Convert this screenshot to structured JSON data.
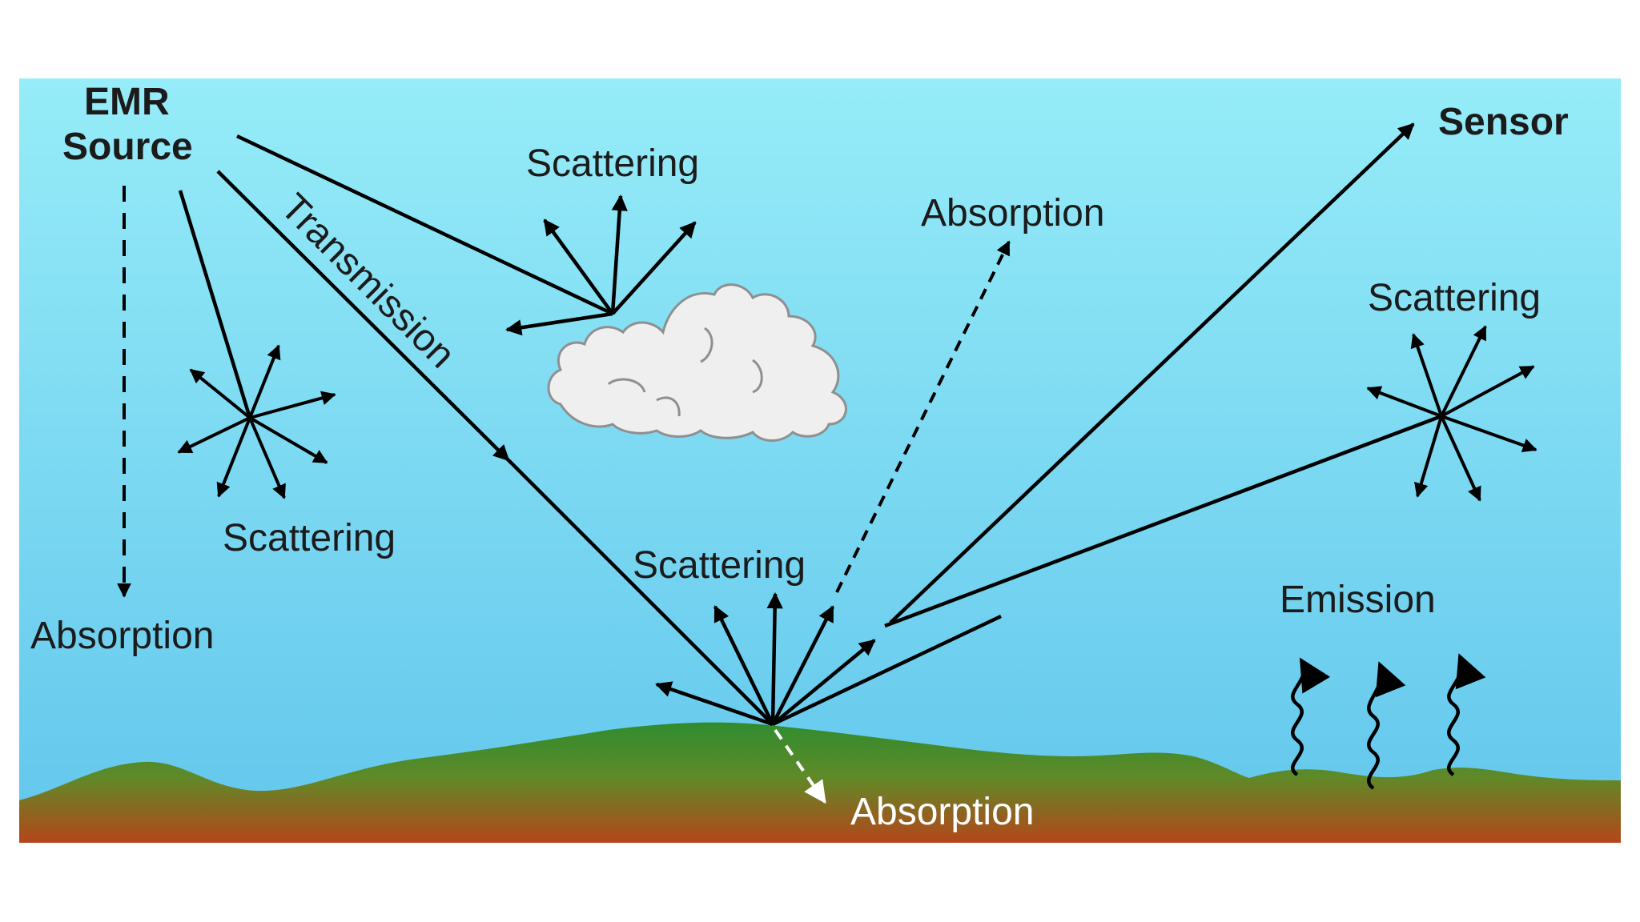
{
  "labels": {
    "emr_source_line1": "EMR",
    "emr_source_line2": "Source",
    "sensor": "Sensor",
    "scattering_cloud": "Scattering",
    "scattering_left": "Scattering",
    "scattering_right": "Scattering",
    "scattering_ground": "Scattering",
    "absorption_left": "Absorption",
    "absorption_upper": "Absorption",
    "absorption_ground": "Absorption",
    "transmission": "Transmission",
    "emission": "Emission"
  },
  "colors": {
    "sky_top": "#96ecf8",
    "sky_bottom": "#62c6ec",
    "ground_top": "#2f8c2f",
    "ground_bottom": "#b4461a",
    "arrow": "#000000",
    "cloud_fill": "#efefef",
    "cloud_stroke": "#8f8f8f"
  }
}
